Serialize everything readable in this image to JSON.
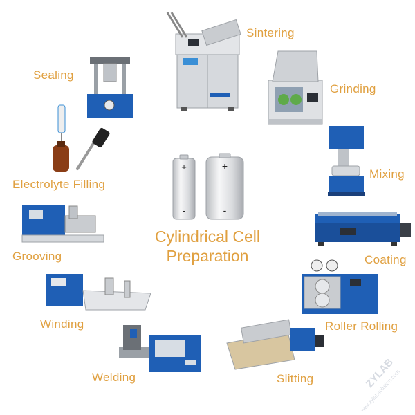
{
  "center": {
    "line1": "Cylindrical Cell",
    "line2": "Preparation",
    "battery_symbol_plus": "+",
    "battery_symbol_minus": "-"
  },
  "steps": {
    "sintering": "Sintering",
    "grinding": "Grinding",
    "mixing": "Mixing",
    "coating": "Coating",
    "roller_rolling": "Roller Rolling",
    "slitting": "Slitting",
    "welding": "Welding",
    "winding": "Winding",
    "grooving": "Grooving",
    "electrolyte_filling": "Electrolyte Filling",
    "sealing": "Sealing"
  },
  "watermark": {
    "brand": "ZYLAB",
    "url": "www.zylabsolution.com"
  },
  "colors": {
    "label": "#e0a040",
    "machine_blue": "#1f5fb5",
    "machine_grey": "#d6d9dd"
  }
}
